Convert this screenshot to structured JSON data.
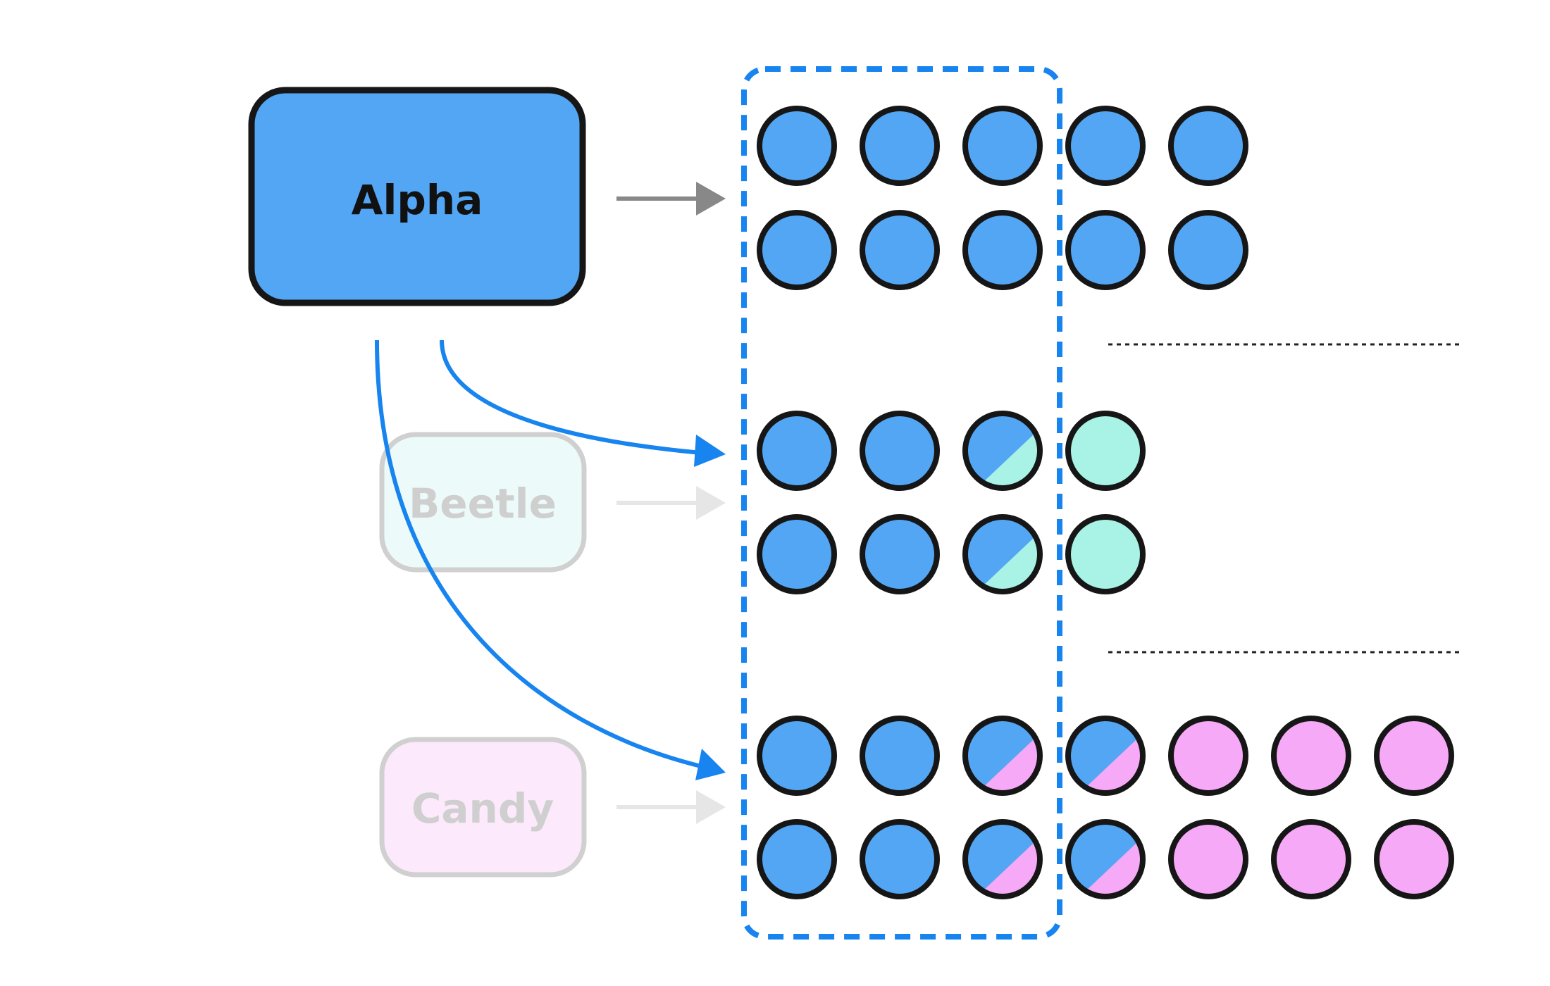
{
  "colors": {
    "alpha_fill": "#52a6f4",
    "beetle_fill": "#a8f3e6",
    "candy_fill": "#f6a9f6",
    "selection_border": "#1784ef",
    "active_arrow": "#1784ef",
    "inactive_arrow": "#e6e6e6",
    "primary_arrow": "#888888",
    "outline": "#161616",
    "faded_outline": "#d0d0d0",
    "faded_text": "#cfcfcf",
    "divider": "#222222"
  },
  "nodes": {
    "alpha": {
      "label": "Alpha",
      "state": "active"
    },
    "beetle": {
      "label": "Beetle",
      "state": "faded"
    },
    "candy": {
      "label": "Candy",
      "state": "faded"
    }
  },
  "groups": [
    {
      "name": "alpha-group",
      "rows": [
        [
          "alpha",
          "alpha",
          "alpha",
          "alpha",
          "alpha"
        ],
        [
          "alpha",
          "alpha",
          "alpha",
          "alpha",
          "alpha"
        ]
      ]
    },
    {
      "name": "beetle-group",
      "rows": [
        [
          "alpha",
          "alpha",
          "alpha-beetle",
          "beetle"
        ],
        [
          "alpha",
          "alpha",
          "alpha-beetle",
          "beetle"
        ]
      ]
    },
    {
      "name": "candy-group",
      "rows": [
        [
          "alpha",
          "alpha",
          "alpha-candy",
          "alpha-candy",
          "candy",
          "candy",
          "candy"
        ],
        [
          "alpha",
          "alpha",
          "alpha-candy",
          "alpha-candy",
          "candy",
          "candy",
          "candy"
        ]
      ]
    }
  ],
  "selection_columns": 3
}
